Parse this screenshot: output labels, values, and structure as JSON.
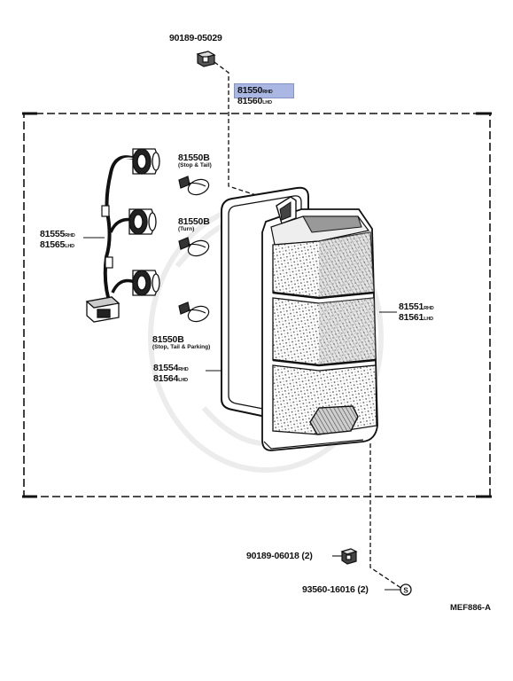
{
  "parts": {
    "nut_top": "90189-05029",
    "lamp_assy_1": "81550",
    "lamp_assy_1_sfx": "RHD",
    "lamp_assy_2": "81560",
    "lamp_assy_2_sfx": "LHD",
    "bulb_stop_tail": "81550B",
    "bulb_stop_tail_note": "(Stop & Tail)",
    "bulb_turn": "81550B",
    "bulb_turn_note": "(Turn)",
    "bulb_stop_tail_parking": "81550B",
    "bulb_stop_tail_parking_note": "(Stop, Tail & Parking)",
    "socket_1": "81555",
    "socket_1_sfx": "RHD",
    "socket_2": "81565",
    "socket_2_sfx": "LHD",
    "lens_1": "81551",
    "lens_1_sfx": "RHD",
    "lens_2": "81561",
    "lens_2_sfx": "LHD",
    "gasket_1": "81554",
    "gasket_1_sfx": "RHD",
    "gasket_2": "81564",
    "gasket_2_sfx": "LHD",
    "nut_bottom": "90189-06018",
    "nut_bottom_qty": "(2)",
    "screw": "93560-16016",
    "screw_qty": "(2)"
  },
  "drawing_code": "MEF886-A",
  "colors": {
    "highlight": "#a9b7e2",
    "ink": "#111111"
  }
}
